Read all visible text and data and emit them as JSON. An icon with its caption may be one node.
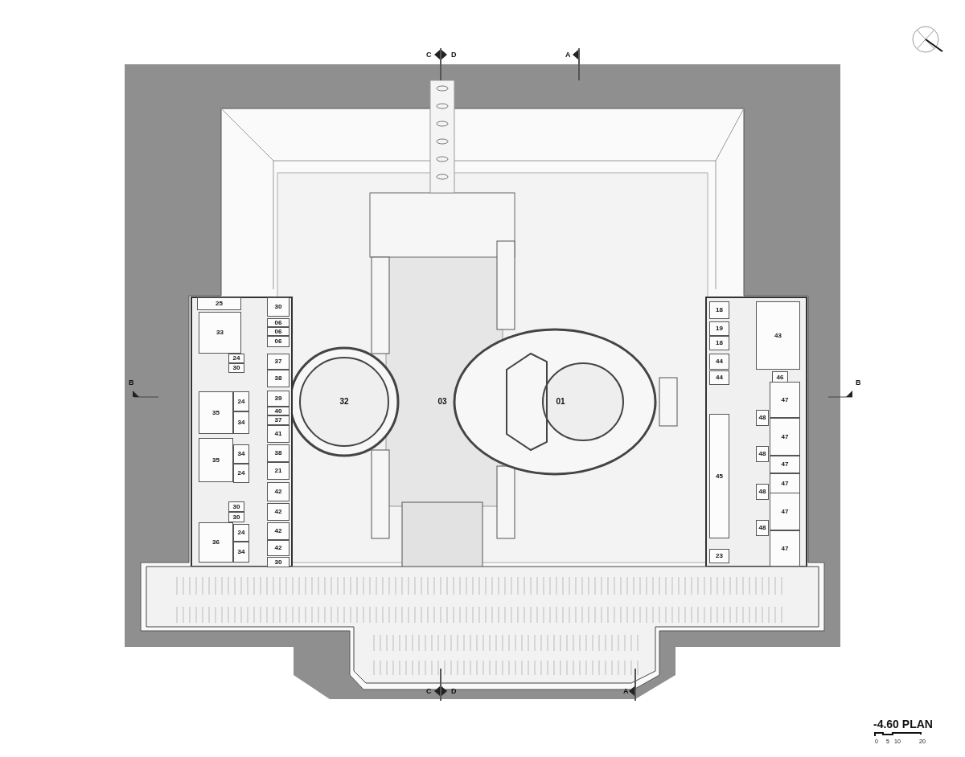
{
  "diagram": {
    "title": "-4.60 PLAN",
    "nodes": [
      {
        "text": [
          "25"
        ]
      },
      {
        "text": [
          "33"
        ]
      },
      {
        "text": [
          "24"
        ]
      },
      {
        "text": [
          "30"
        ]
      },
      {
        "text": [
          "35"
        ]
      },
      {
        "text": [
          "24"
        ]
      },
      {
        "text": [
          "34"
        ]
      },
      {
        "text": [
          "34"
        ]
      },
      {
        "text": [
          "24"
        ]
      },
      {
        "text": [
          "35"
        ]
      },
      {
        "text": [
          "30"
        ]
      },
      {
        "text": [
          "30"
        ]
      },
      {
        "text": [
          "24"
        ]
      },
      {
        "text": [
          "36"
        ]
      },
      {
        "text": [
          "34"
        ]
      },
      {
        "text": [
          "30"
        ]
      },
      {
        "text": [
          "06"
        ]
      },
      {
        "text": [
          "06"
        ]
      },
      {
        "text": [
          "06"
        ]
      },
      {
        "text": [
          "37"
        ]
      },
      {
        "text": [
          "38"
        ]
      },
      {
        "text": [
          "39"
        ]
      },
      {
        "text": [
          "40"
        ]
      },
      {
        "text": [
          "37"
        ]
      },
      {
        "text": [
          "41"
        ]
      },
      {
        "text": [
          "38"
        ]
      },
      {
        "text": [
          "21"
        ]
      },
      {
        "text": [
          "42"
        ]
      },
      {
        "text": [
          "42"
        ]
      },
      {
        "text": [
          "42"
        ]
      },
      {
        "text": [
          "42"
        ]
      },
      {
        "text": [
          "30"
        ]
      },
      {
        "text": [
          "32"
        ]
      },
      {
        "text": [
          "03"
        ]
      },
      {
        "text": [
          "01"
        ]
      },
      {
        "text": [
          "18"
        ]
      },
      {
        "text": [
          "19"
        ]
      },
      {
        "text": [
          "18"
        ]
      },
      {
        "text": [
          "44"
        ]
      },
      {
        "text": [
          "44"
        ]
      },
      {
        "text": [
          "43"
        ]
      },
      {
        "text": [
          "46"
        ]
      },
      {
        "text": [
          "45"
        ]
      },
      {
        "text": [
          "48"
        ]
      },
      {
        "text": [
          "48"
        ]
      },
      {
        "text": [
          "48"
        ]
      },
      {
        "text": [
          "48"
        ]
      },
      {
        "text": [
          "47"
        ]
      },
      {
        "text": [
          "47"
        ]
      },
      {
        "text": [
          "47"
        ]
      },
      {
        "text": [
          "47"
        ]
      },
      {
        "text": [
          "47"
        ]
      },
      {
        "text": [
          "47"
        ]
      },
      {
        "text": [
          "23"
        ]
      }
    ],
    "labels": [
      "C",
      "D",
      "A",
      "B",
      "B",
      "C",
      "D",
      "A",
      "0",
      "5",
      "10",
      "20"
    ]
  }
}
